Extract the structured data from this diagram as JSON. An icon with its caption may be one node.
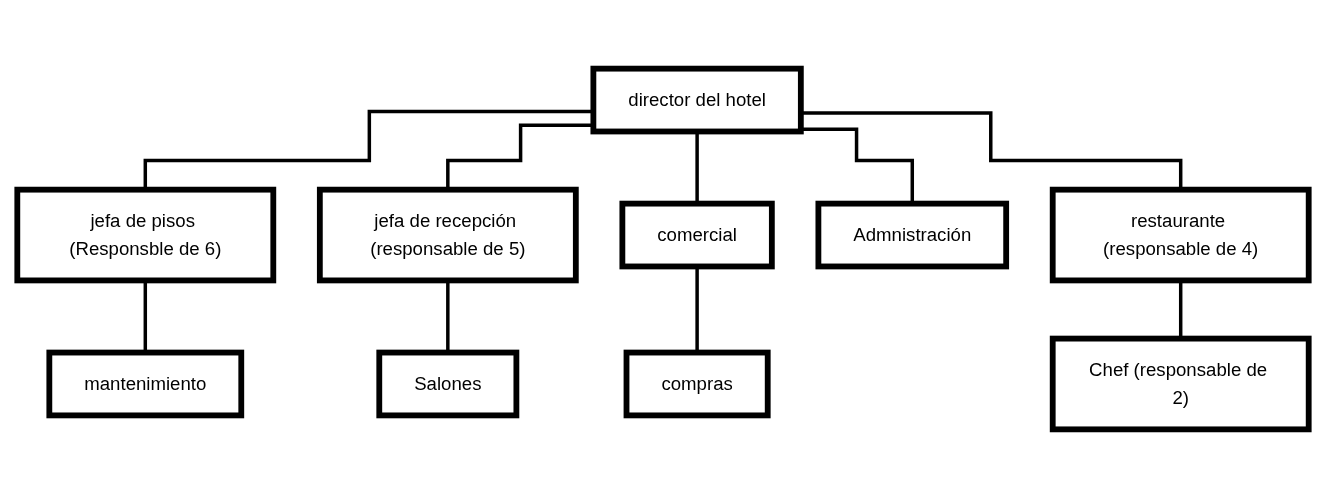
{
  "diagram": {
    "nodes": [
      {
        "text": [
          "director del hotel"
        ]
      },
      {
        "text": [
          "jefa de pisos (Responsble de 6)"
        ]
      },
      {
        "text": [
          "jefa de recepción (responsable de 5)"
        ]
      },
      {
        "text": [
          "comercial"
        ]
      },
      {
        "text": [
          "Admnistración"
        ]
      },
      {
        "text": [
          "restaurante (responsable de 4)"
        ]
      },
      {
        "text": [
          "mantenimiento"
        ]
      },
      {
        "text": [
          "Salones"
        ]
      },
      {
        "text": [
          "compras"
        ]
      },
      {
        "text": [
          "Chef (responsable de 2)"
        ]
      }
    ],
    "edges": [
      {
        "from": 0,
        "to": 1,
        "arrow": "none"
      },
      {
        "from": 0,
        "to": 2,
        "arrow": "none"
      },
      {
        "from": 0,
        "to": 3,
        "arrow": "none"
      },
      {
        "from": 0,
        "to": 4,
        "arrow": "none"
      },
      {
        "from": 0,
        "to": 5,
        "arrow": "none"
      },
      {
        "from": 1,
        "to": 6,
        "arrow": "none"
      },
      {
        "from": 2,
        "to": 7,
        "arrow": "none"
      },
      {
        "from": 3,
        "to": 8,
        "arrow": "none"
      },
      {
        "from": 5,
        "to": 9,
        "arrow": "none"
      }
    ]
  }
}
